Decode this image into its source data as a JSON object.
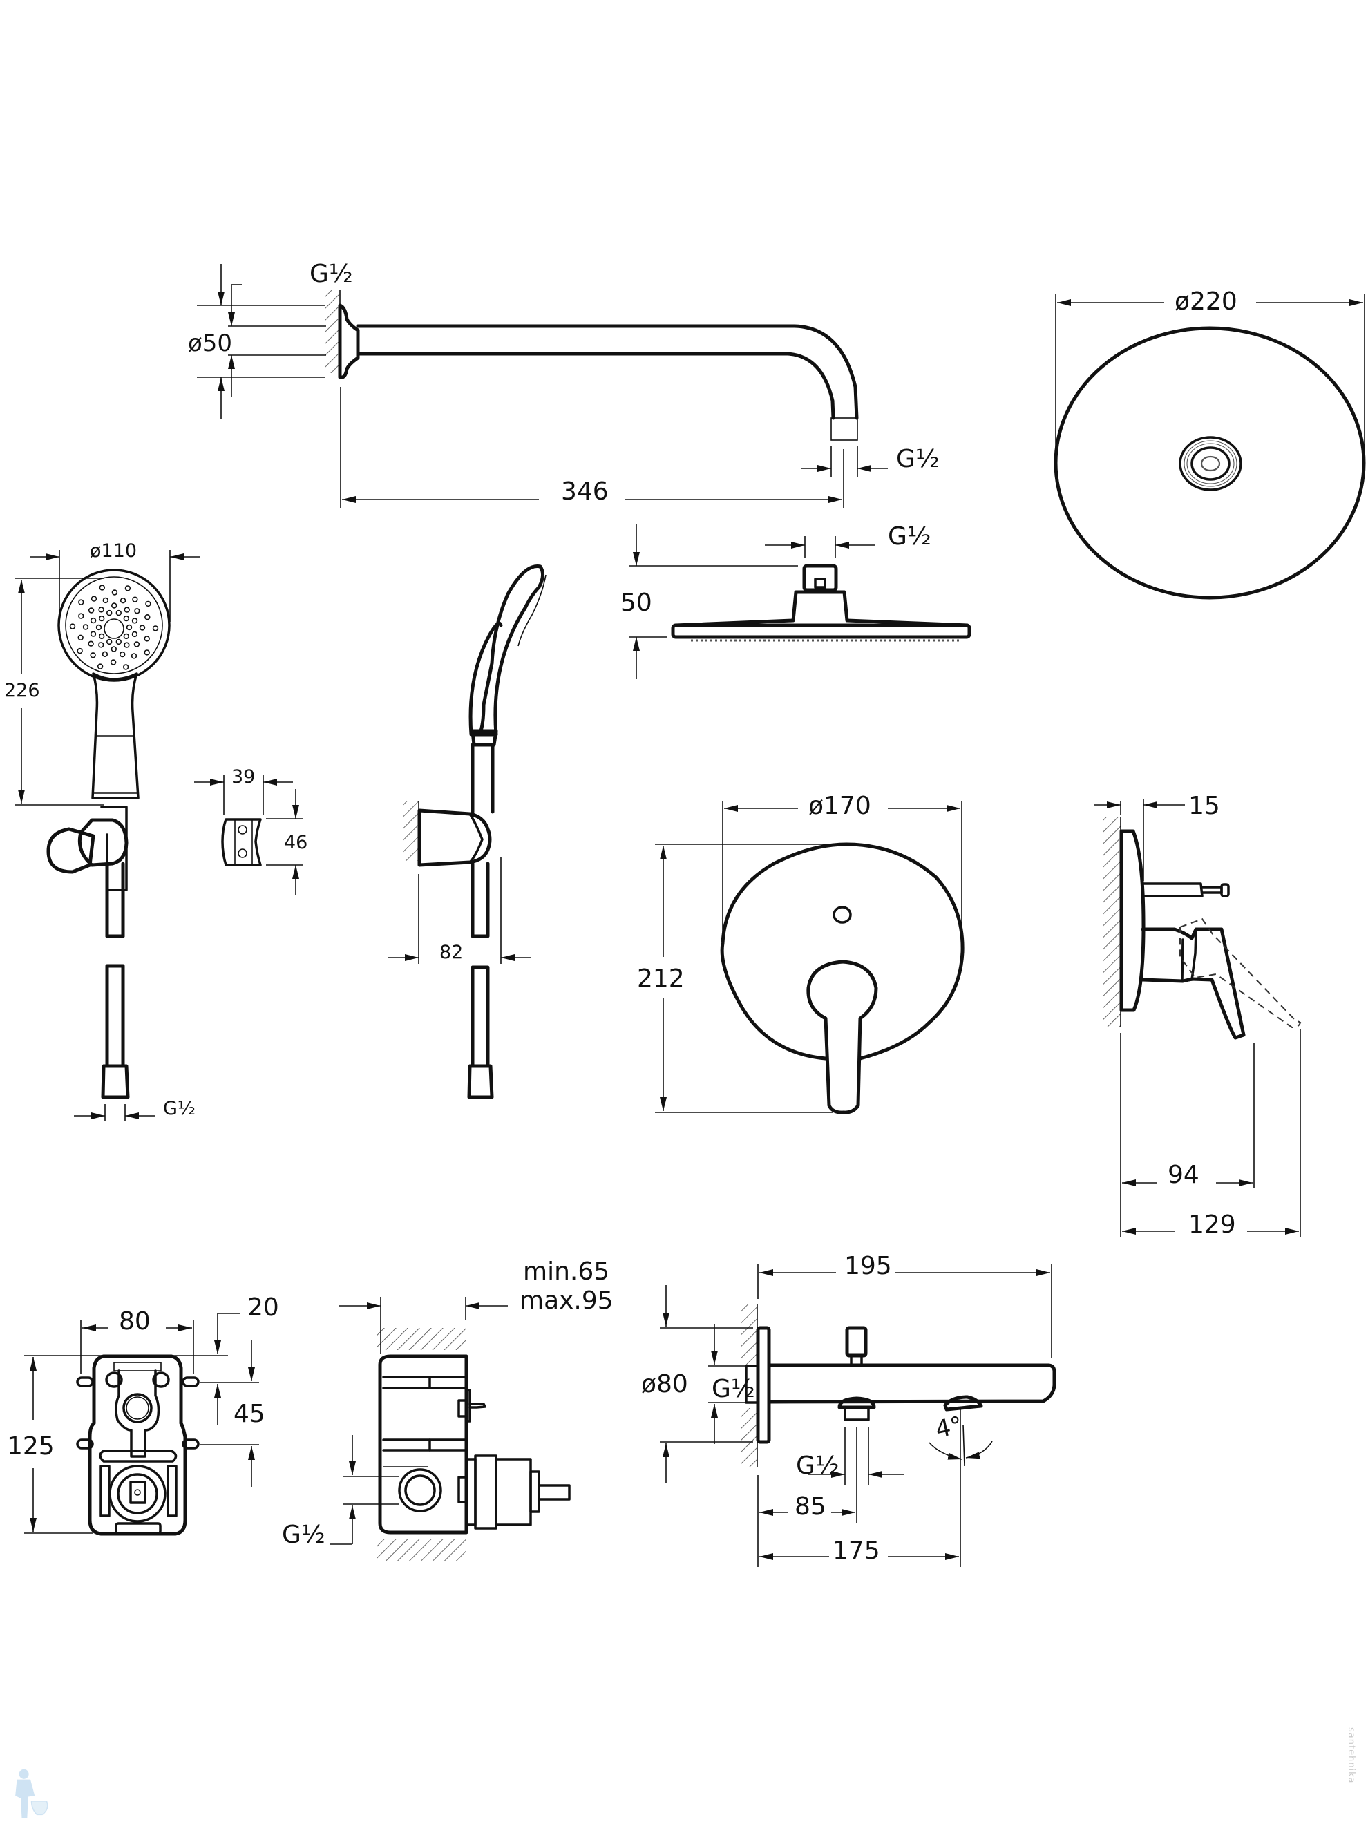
{
  "drawing": {
    "title": "Concealed bath/shower mixer set — technical dimension drawing",
    "line_color": "#111111",
    "background": "#ffffff"
  },
  "shower_arm": {
    "labels": {
      "wall_thread": "G½",
      "flange_diameter": "ø50",
      "projection": "346",
      "outlet_thread": "G½"
    }
  },
  "head_shower_top": {
    "labels": {
      "diameter": "ø220"
    }
  },
  "head_shower_side": {
    "labels": {
      "connection_thread": "G½",
      "height": "50"
    }
  },
  "hand_shower_front": {
    "labels": {
      "head_diameter": "ø110",
      "length": "226",
      "hose_thread": "G½"
    }
  },
  "wall_bracket": {
    "labels": {
      "width": "39",
      "height": "46"
    }
  },
  "hand_shower_side": {
    "labels": {
      "projection": "82"
    }
  },
  "mixer_front": {
    "labels": {
      "plate_diameter": "ø170",
      "height": "212"
    }
  },
  "mixer_side": {
    "labels": {
      "plate_depth": "15",
      "lever_projection": "94",
      "lever_max_projection": "129"
    }
  },
  "body_front": {
    "labels": {
      "width": "80",
      "top_offset": "20",
      "bracket_spacing": "45",
      "height": "125"
    }
  },
  "body_side": {
    "labels": {
      "depth_min": "min.65",
      "depth_max": "max.95",
      "inlet_thread": "G½"
    }
  },
  "bath_spout": {
    "labels": {
      "total_length": "195",
      "flange_diameter": "ø80",
      "wall_thread": "G½",
      "outlet_thread": "G½",
      "outlet_offset": "85",
      "spout_reach": "175",
      "swivel_angle": "4°"
    }
  },
  "watermarks": {
    "logo": "plumber-mascot-icon",
    "side_text": "santehnika"
  }
}
